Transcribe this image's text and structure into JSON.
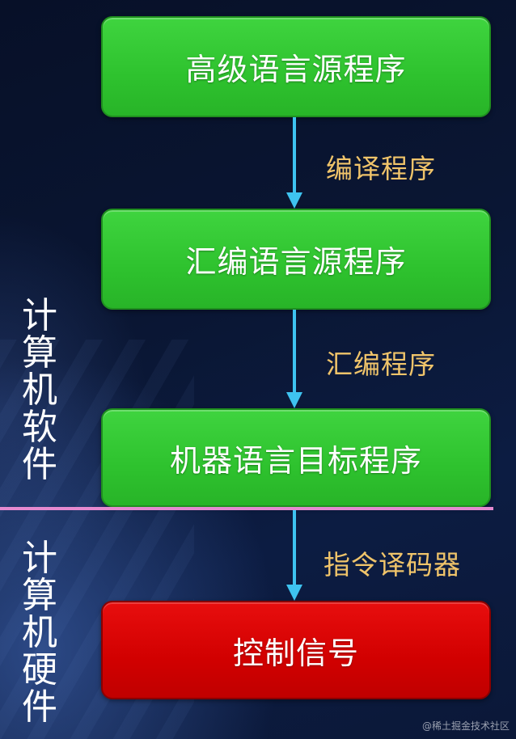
{
  "boxes": {
    "high_level_source": "高级语言源程序",
    "assembly_source": "汇编语言源程序",
    "machine_target": "机器语言目标程序",
    "control_signal": "控制信号"
  },
  "arrows": {
    "compiler": "编译程序",
    "assembler": "汇编程序",
    "instruction_decoder": "指令译码器"
  },
  "side_labels": {
    "software": [
      "计",
      "算",
      "机",
      "软",
      "件"
    ],
    "hardware": [
      "计",
      "算",
      "机",
      "硬",
      "件"
    ]
  },
  "colors": {
    "box_green": "#2ec22e",
    "box_red": "#d10000",
    "arrow": "#3ec3f0",
    "arrow_label": "#f0c46a",
    "divider": "#e58ad0"
  },
  "watermark": "@稀土掘金技术社区"
}
